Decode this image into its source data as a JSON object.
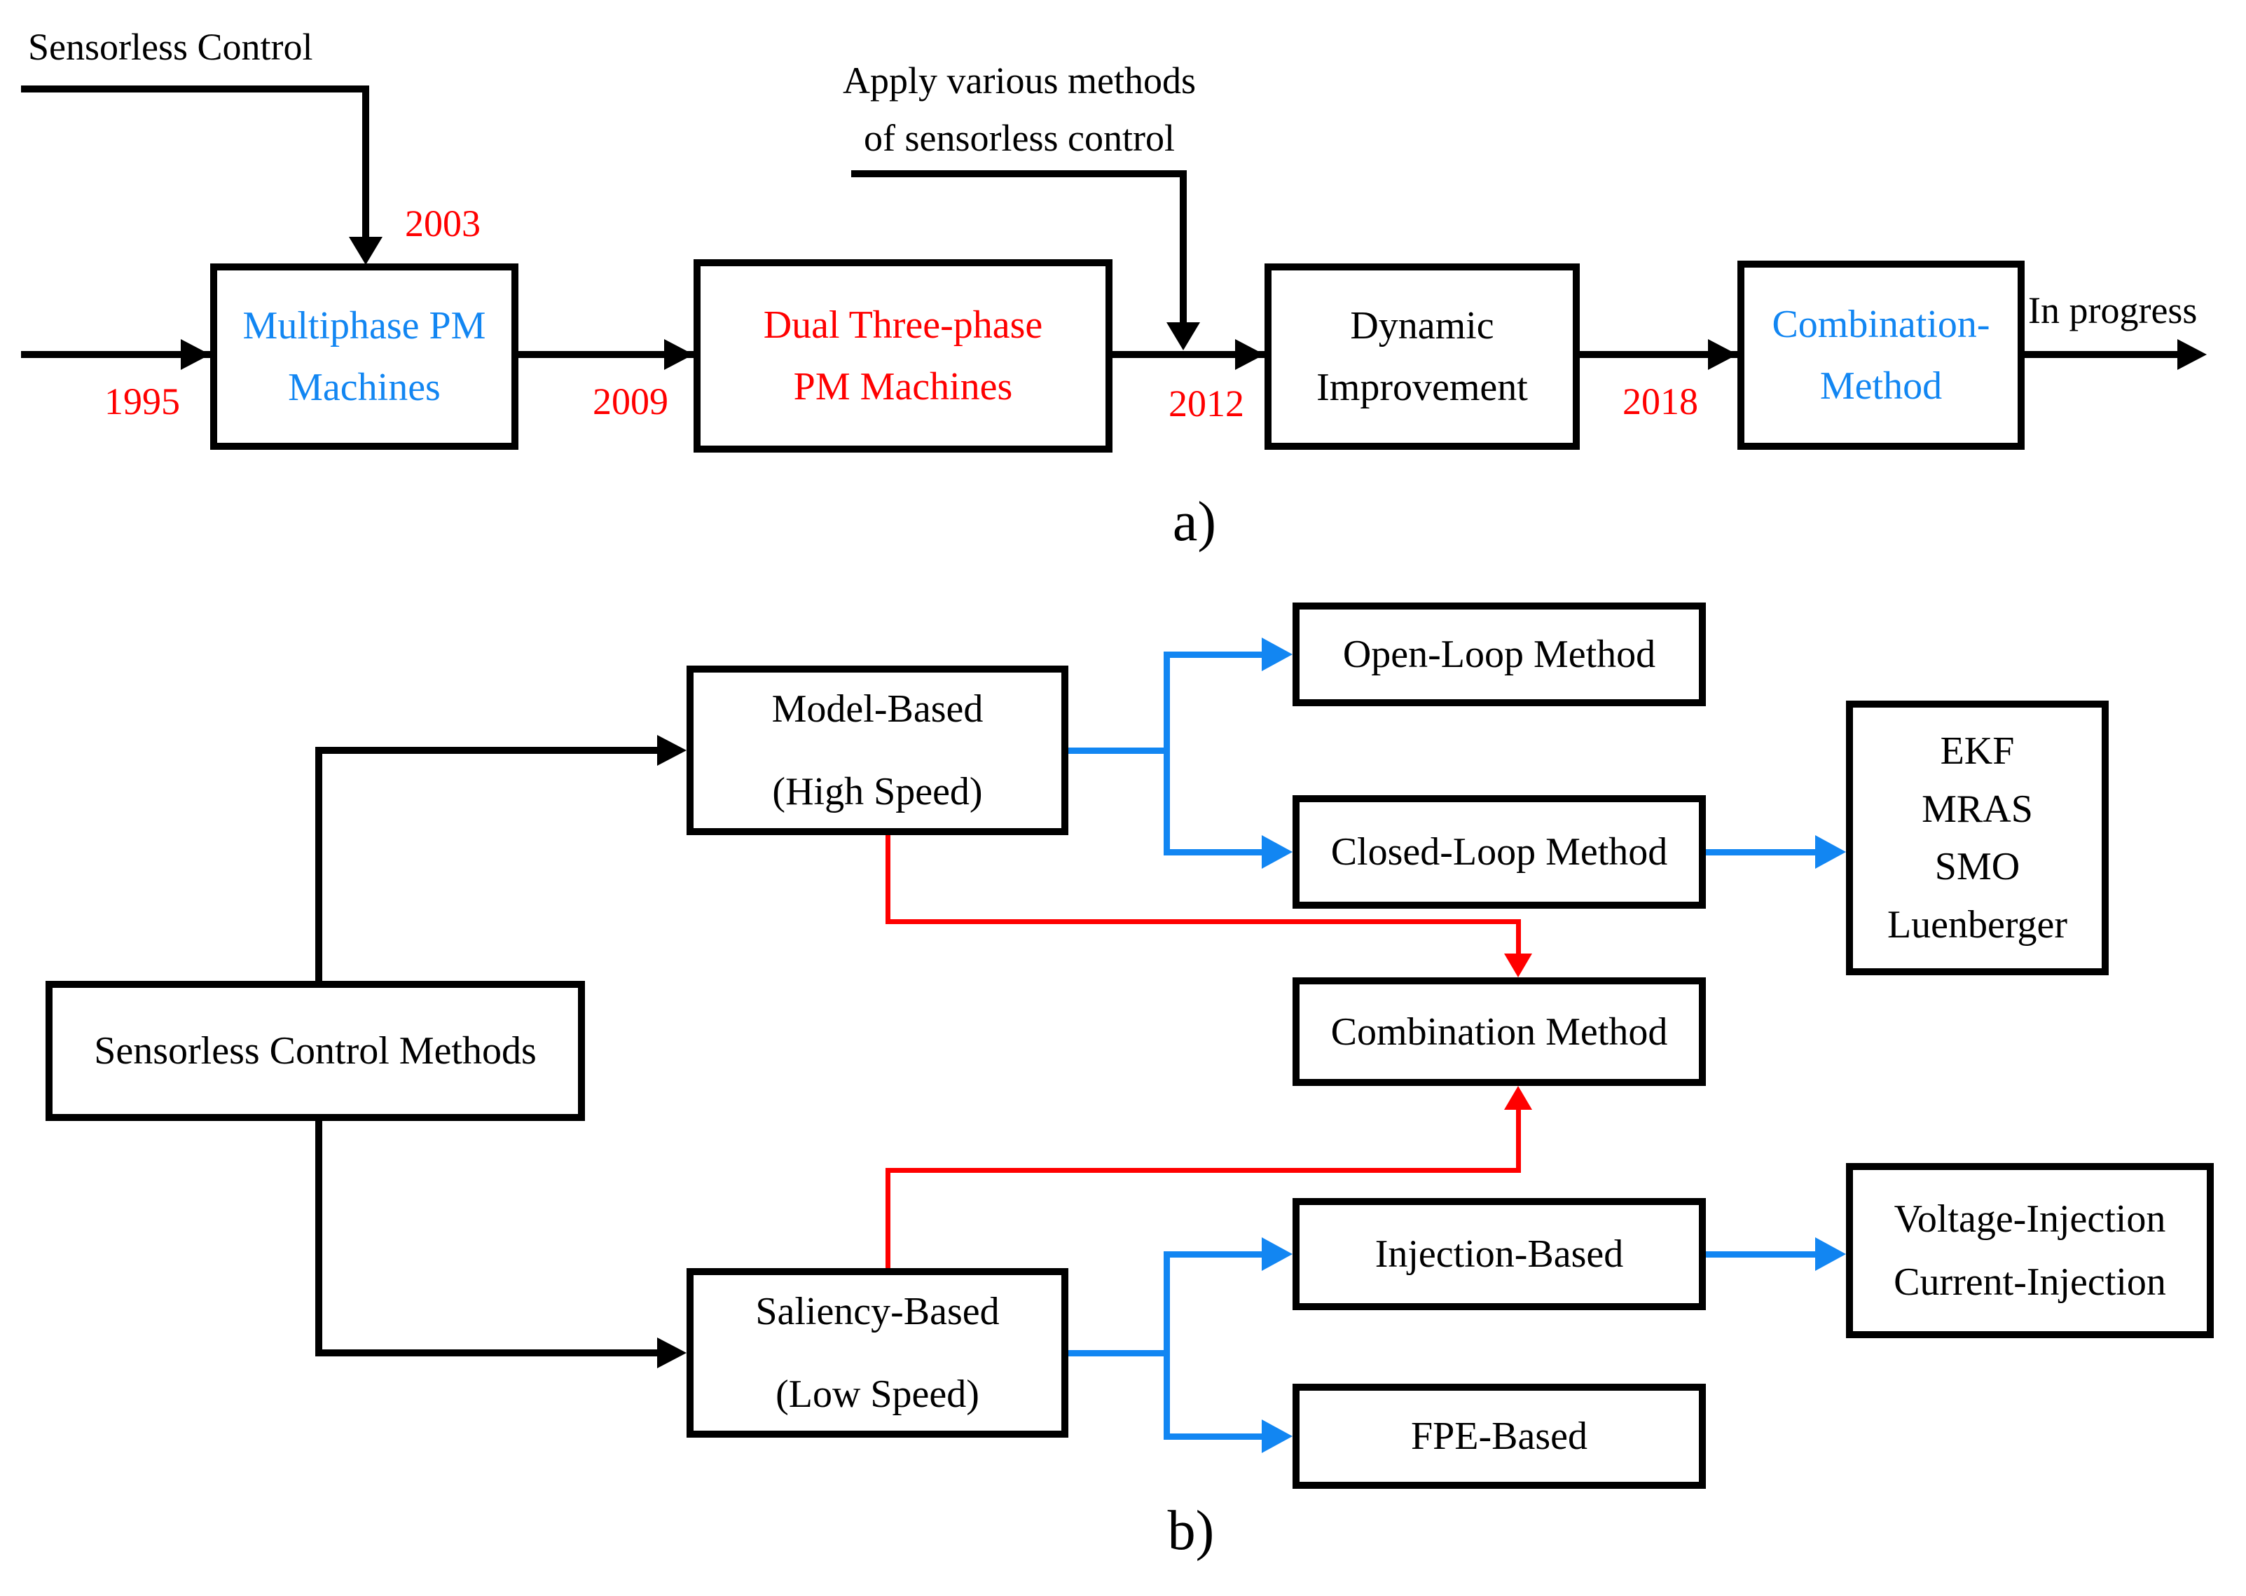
{
  "colors": {
    "blue": "#1286F2",
    "red": "#FF0000",
    "black": "#000000"
  },
  "part_a": {
    "caption": "a)",
    "sensorless_label": "Sensorless Control",
    "apply_line1": "Apply various methods",
    "apply_line2": "of sensorless control",
    "in_progress": "In progress",
    "years": {
      "start": "1995",
      "sensorless_applied": "2003",
      "dual": "2009",
      "dynamic": "2012",
      "combination": "2018"
    },
    "box_multiphase": {
      "line1": "Multiphase PM",
      "line2": "Machines"
    },
    "box_dual": {
      "line1": "Dual Three-phase",
      "line2": "PM Machines"
    },
    "box_dynamic": {
      "line1": "Dynamic",
      "line2": "Improvement"
    },
    "box_combination": {
      "line1": "Combination-",
      "line2": "Method"
    }
  },
  "part_b": {
    "caption": "b)",
    "root": "Sensorless Control Methods",
    "model": {
      "line1": "Model-Based",
      "line2": "(High Speed)"
    },
    "saliency": {
      "line1": "Saliency-Based",
      "line2": "(Low Speed)"
    },
    "open_loop": "Open-Loop Method",
    "closed_loop": "Closed-Loop Method",
    "estimators": [
      "EKF",
      "MRAS",
      "SMO",
      "Luenberger"
    ],
    "combination": "Combination Method",
    "injection": "Injection-Based",
    "fpe": "FPE-Based",
    "injection_types": [
      "Voltage-Injection",
      "Current-Injection"
    ]
  }
}
